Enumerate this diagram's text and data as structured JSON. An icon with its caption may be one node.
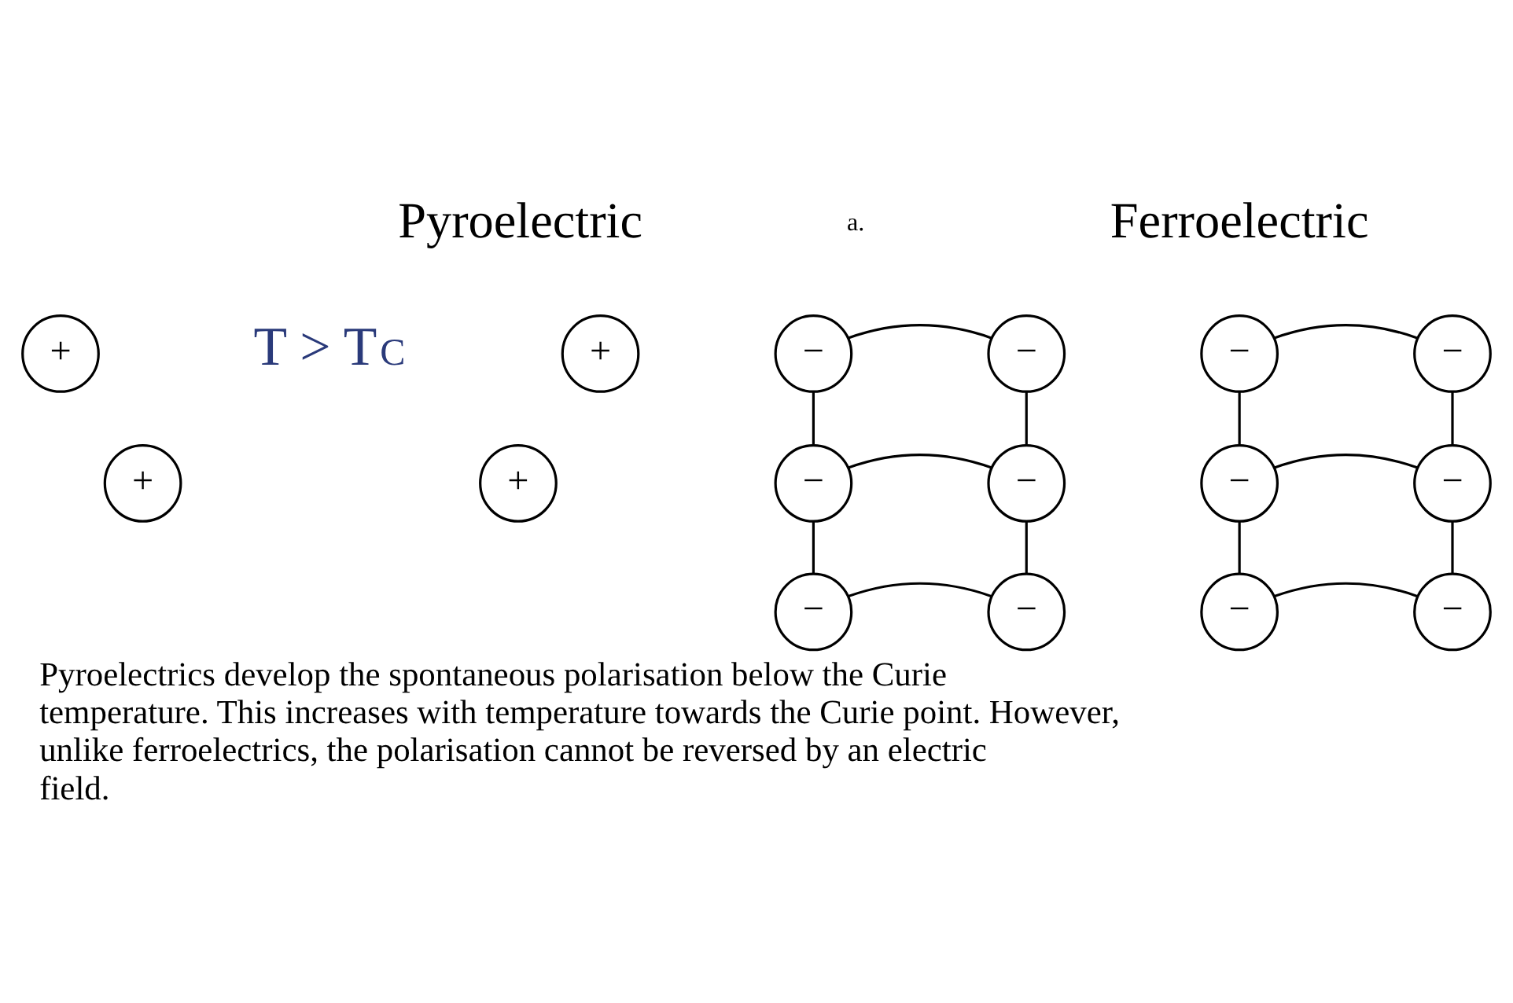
{
  "diagram": {
    "caption": "Pyroelectrics develop the spontaneous polarisation below the Curie temperature. This increases with temperature towards the Curie point. However, unlike ferroelectrics, the polarisation cannot be reversed by an electric field.",
    "nodes": [
      {
        "text": [
          "−"
        ]
      },
      {
        "text": [
          "−"
        ]
      },
      {
        "text": [
          "+"
        ]
      },
      {
        "text": [
          "−"
        ]
      },
      {
        "text": [
          "−"
        ]
      },
      {
        "text": [
          "+"
        ]
      },
      {
        "text": [
          "−"
        ]
      },
      {
        "text": [
          "−"
        ]
      },
      {
        "text": [
          "−"
        ]
      },
      {
        "text": [
          "−"
        ]
      },
      {
        "text": [
          "+"
        ]
      },
      {
        "text": [
          "−"
        ]
      },
      {
        "text": [
          "−"
        ]
      },
      {
        "text": [
          "+"
        ]
      },
      {
        "text": [
          "−"
        ]
      },
      {
        "text": [
          "−"
        ]
      }
    ],
    "edges": [
      {
        "from": 0,
        "to": 1,
        "arrow": "none"
      },
      {
        "from": 0,
        "to": 3,
        "arrow": "none"
      },
      {
        "from": 1,
        "to": 4,
        "arrow": "none"
      },
      {
        "from": 3,
        "to": 4,
        "arrow": "none"
      },
      {
        "from": 3,
        "to": 6,
        "arrow": "none"
      },
      {
        "from": 4,
        "to": 7,
        "arrow": "none"
      },
      {
        "from": 6,
        "to": 7,
        "arrow": "none"
      },
      {
        "from": 8,
        "to": 9,
        "arrow": "none"
      },
      {
        "from": 8,
        "to": 11,
        "arrow": "none"
      },
      {
        "from": 9,
        "to": 12,
        "arrow": "none"
      },
      {
        "from": 11,
        "to": 12,
        "arrow": "none"
      },
      {
        "from": 11,
        "to": 14,
        "arrow": "none"
      },
      {
        "from": 12,
        "to": 15,
        "arrow": "none"
      },
      {
        "from": 14,
        "to": 15,
        "arrow": "none"
      }
    ],
    "labels": [
      "a.",
      "Pyroelectric",
      "Ferroelectric",
      "T > T$_{C}$"
    ]
  }
}
